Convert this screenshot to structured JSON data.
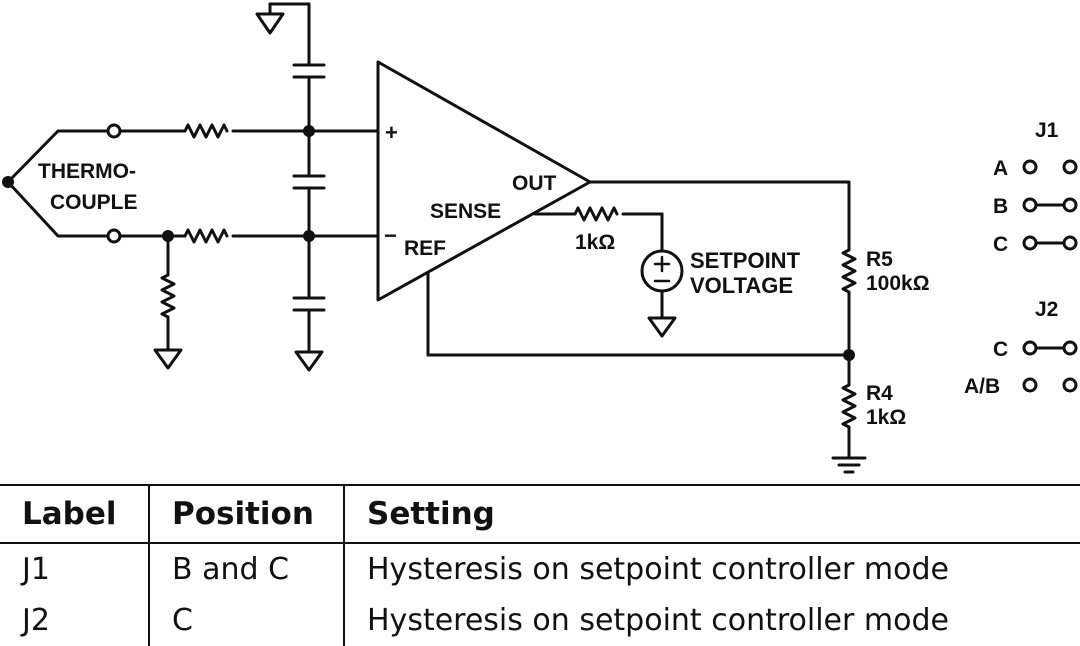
{
  "diagram": {
    "thermocouple": "THERMO-",
    "thermocouple_2": "COUPLE",
    "plus": "+",
    "minus": "−",
    "out": "OUT",
    "sense": "SENSE",
    "ref": "REF",
    "r_sense": "1kΩ",
    "setpoint": "SETPOINT",
    "voltage": "VOLTAGE",
    "r5_name": "R5",
    "r5_value": "100kΩ",
    "r4_name": "R4",
    "r4_value": "1kΩ",
    "j1_title": "J1",
    "j1_a": "A",
    "j1_b": "B",
    "j1_c": "C",
    "j2_title": "J2",
    "j2_c": "C",
    "j2_ab": "A/B"
  },
  "table": {
    "headers": [
      "Label",
      "Position",
      "Setting"
    ],
    "rows": [
      [
        "J1",
        "B and C",
        "Hysteresis on setpoint controller mode"
      ],
      [
        "J2",
        "C",
        "Hysteresis on setpoint controller mode"
      ]
    ]
  }
}
